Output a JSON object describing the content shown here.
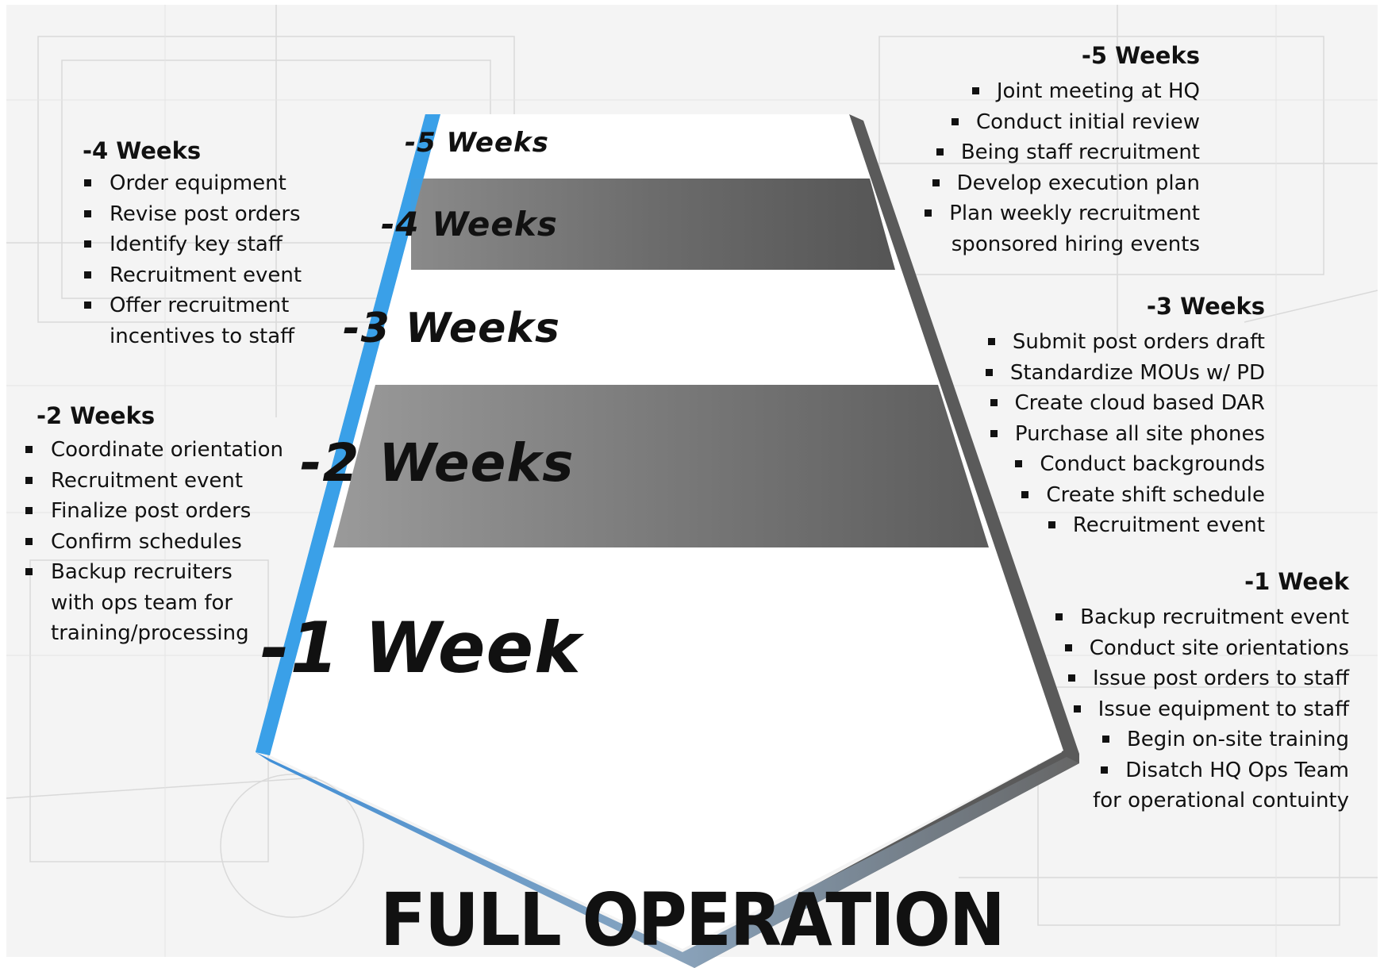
{
  "bands": [
    {
      "label": "-5 Weeks",
      "shade": "white"
    },
    {
      "label": "-4 Weeks",
      "shade": "dark"
    },
    {
      "label": "-3 Weeks",
      "shade": "white"
    },
    {
      "label": "-2 Weeks",
      "shade": "dark"
    },
    {
      "label": "-1 Week",
      "shade": "white"
    }
  ],
  "groups": {
    "w4": {
      "title": "-4 Weeks",
      "items": [
        "Order equipment",
        "Revise post orders",
        "Identify key staff",
        "Recruitment event",
        "Offer recruitment",
        "incentives to staff"
      ]
    },
    "w2": {
      "title": "-2 Weeks",
      "items": [
        "Coordinate orientation",
        "Recruitment event",
        "Finalize post orders",
        "Confirm schedules",
        "Backup recruiters",
        "with ops team for",
        "training/processing"
      ]
    },
    "w5": {
      "title": "-5 Weeks",
      "items": [
        "Joint meeting at HQ",
        "Conduct initial review",
        "Being staff recruitment",
        "Develop execution plan",
        "Plan weekly recruitment",
        "sponsored hiring events"
      ]
    },
    "w3": {
      "title": "-3 Weeks",
      "items": [
        "Submit post orders draft",
        "Standardize MOUs w/ PD",
        "Create cloud based DAR",
        "Purchase all site phones",
        "Conduct backgrounds",
        "Create shift schedule",
        "Recruitment event"
      ]
    },
    "w1": {
      "title": "-1 Week",
      "items": [
        "Backup recruitment event",
        "Conduct site orientations",
        "Issue post orders to staff",
        "Issue equipment to staff",
        "Begin on-site training",
        "Disatch HQ Ops Team",
        "for operational contuinty"
      ]
    }
  },
  "footer": "FULL OPERATION",
  "colors": {
    "left_edge": "#3aa0e8",
    "right_edge": "#555555",
    "band_dark": "#6a6a6a",
    "text": "#111111"
  }
}
